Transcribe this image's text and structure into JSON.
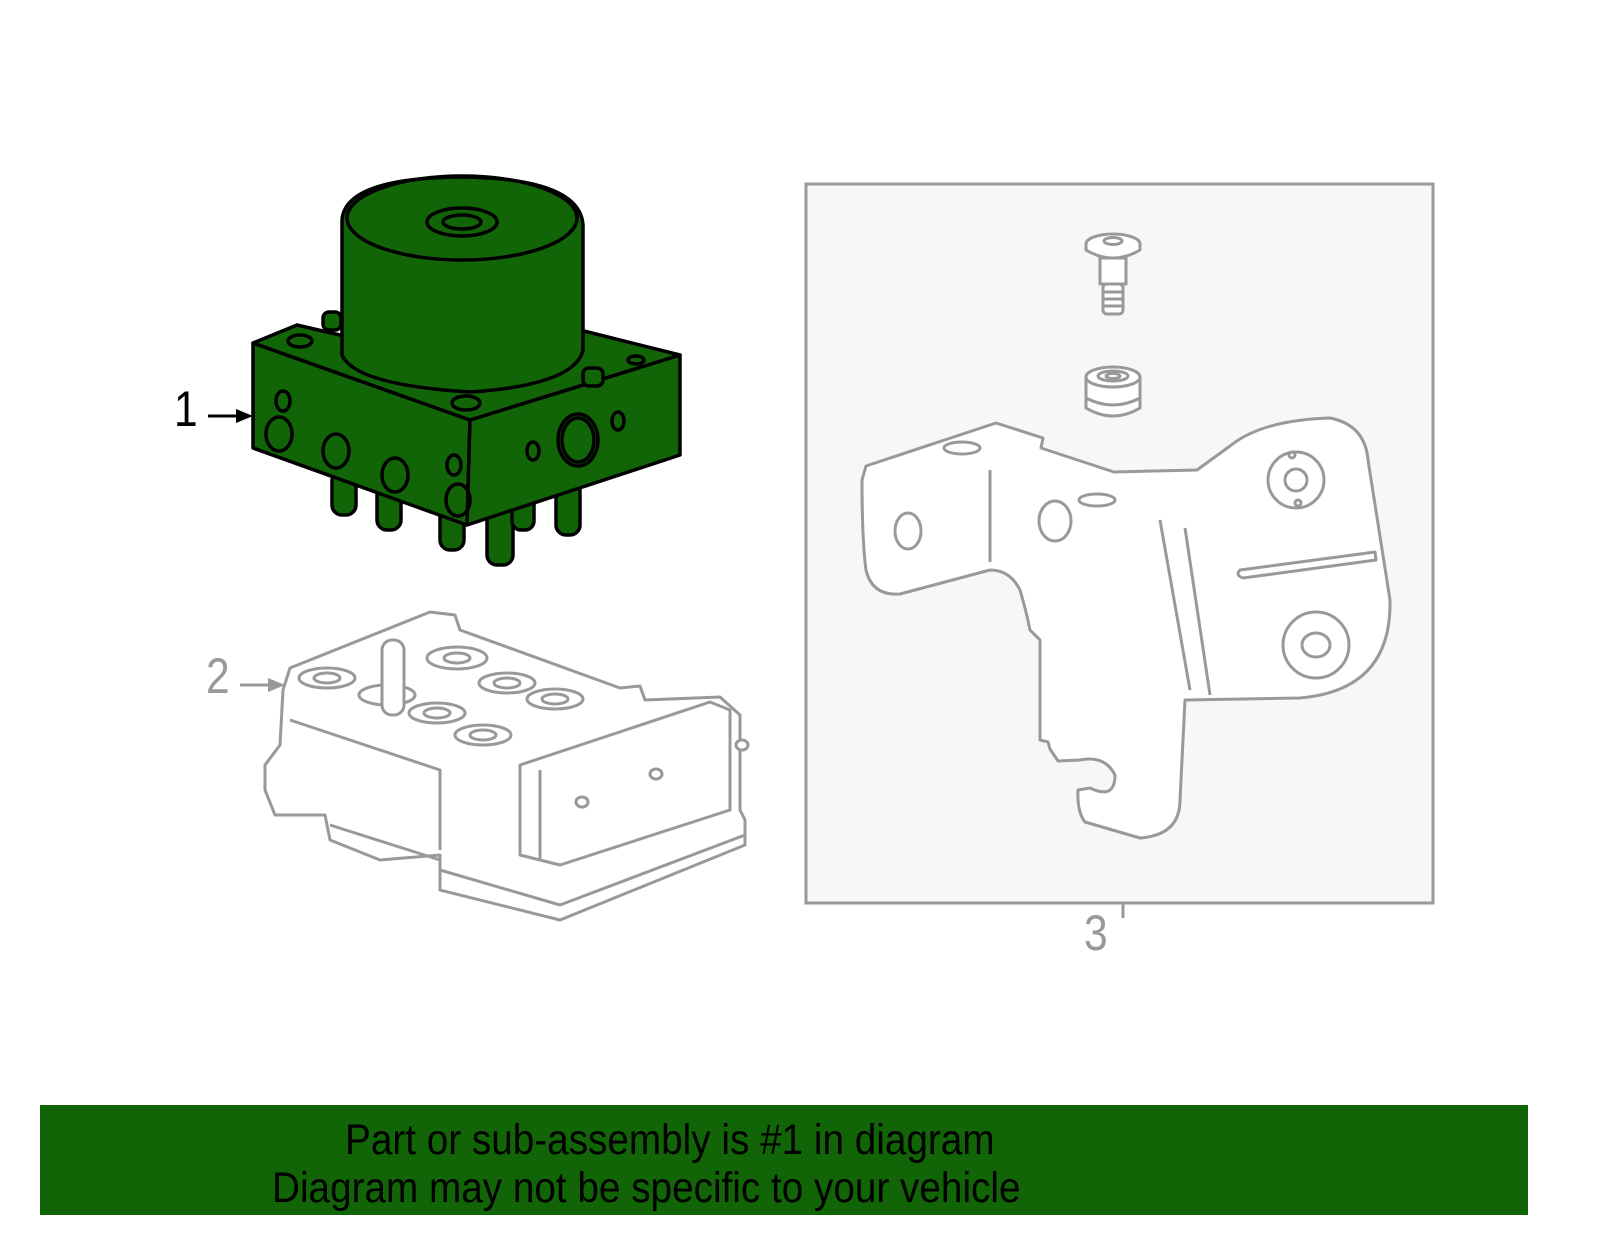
{
  "diagram": {
    "parts": [
      {
        "number": "1",
        "name": "ABS modulator assembly",
        "highlighted": true,
        "fill_color": "#126506",
        "stroke_color": "#000000"
      },
      {
        "number": "2",
        "name": "ABS control module",
        "highlighted": false,
        "stroke_color": "#999999"
      },
      {
        "number": "3",
        "name": "Mounting bracket kit (bracket, bolt, insulator)",
        "highlighted": false,
        "stroke_color": "#999999",
        "box_fill": "#f7f7f7"
      }
    ],
    "callouts": {
      "one": "1",
      "two": "2",
      "three": "3"
    }
  },
  "banner": {
    "line1": "Part or sub-assembly is #1 in diagram",
    "line2": "Diagram may not be specific to your vehicle",
    "background": "#126506"
  }
}
